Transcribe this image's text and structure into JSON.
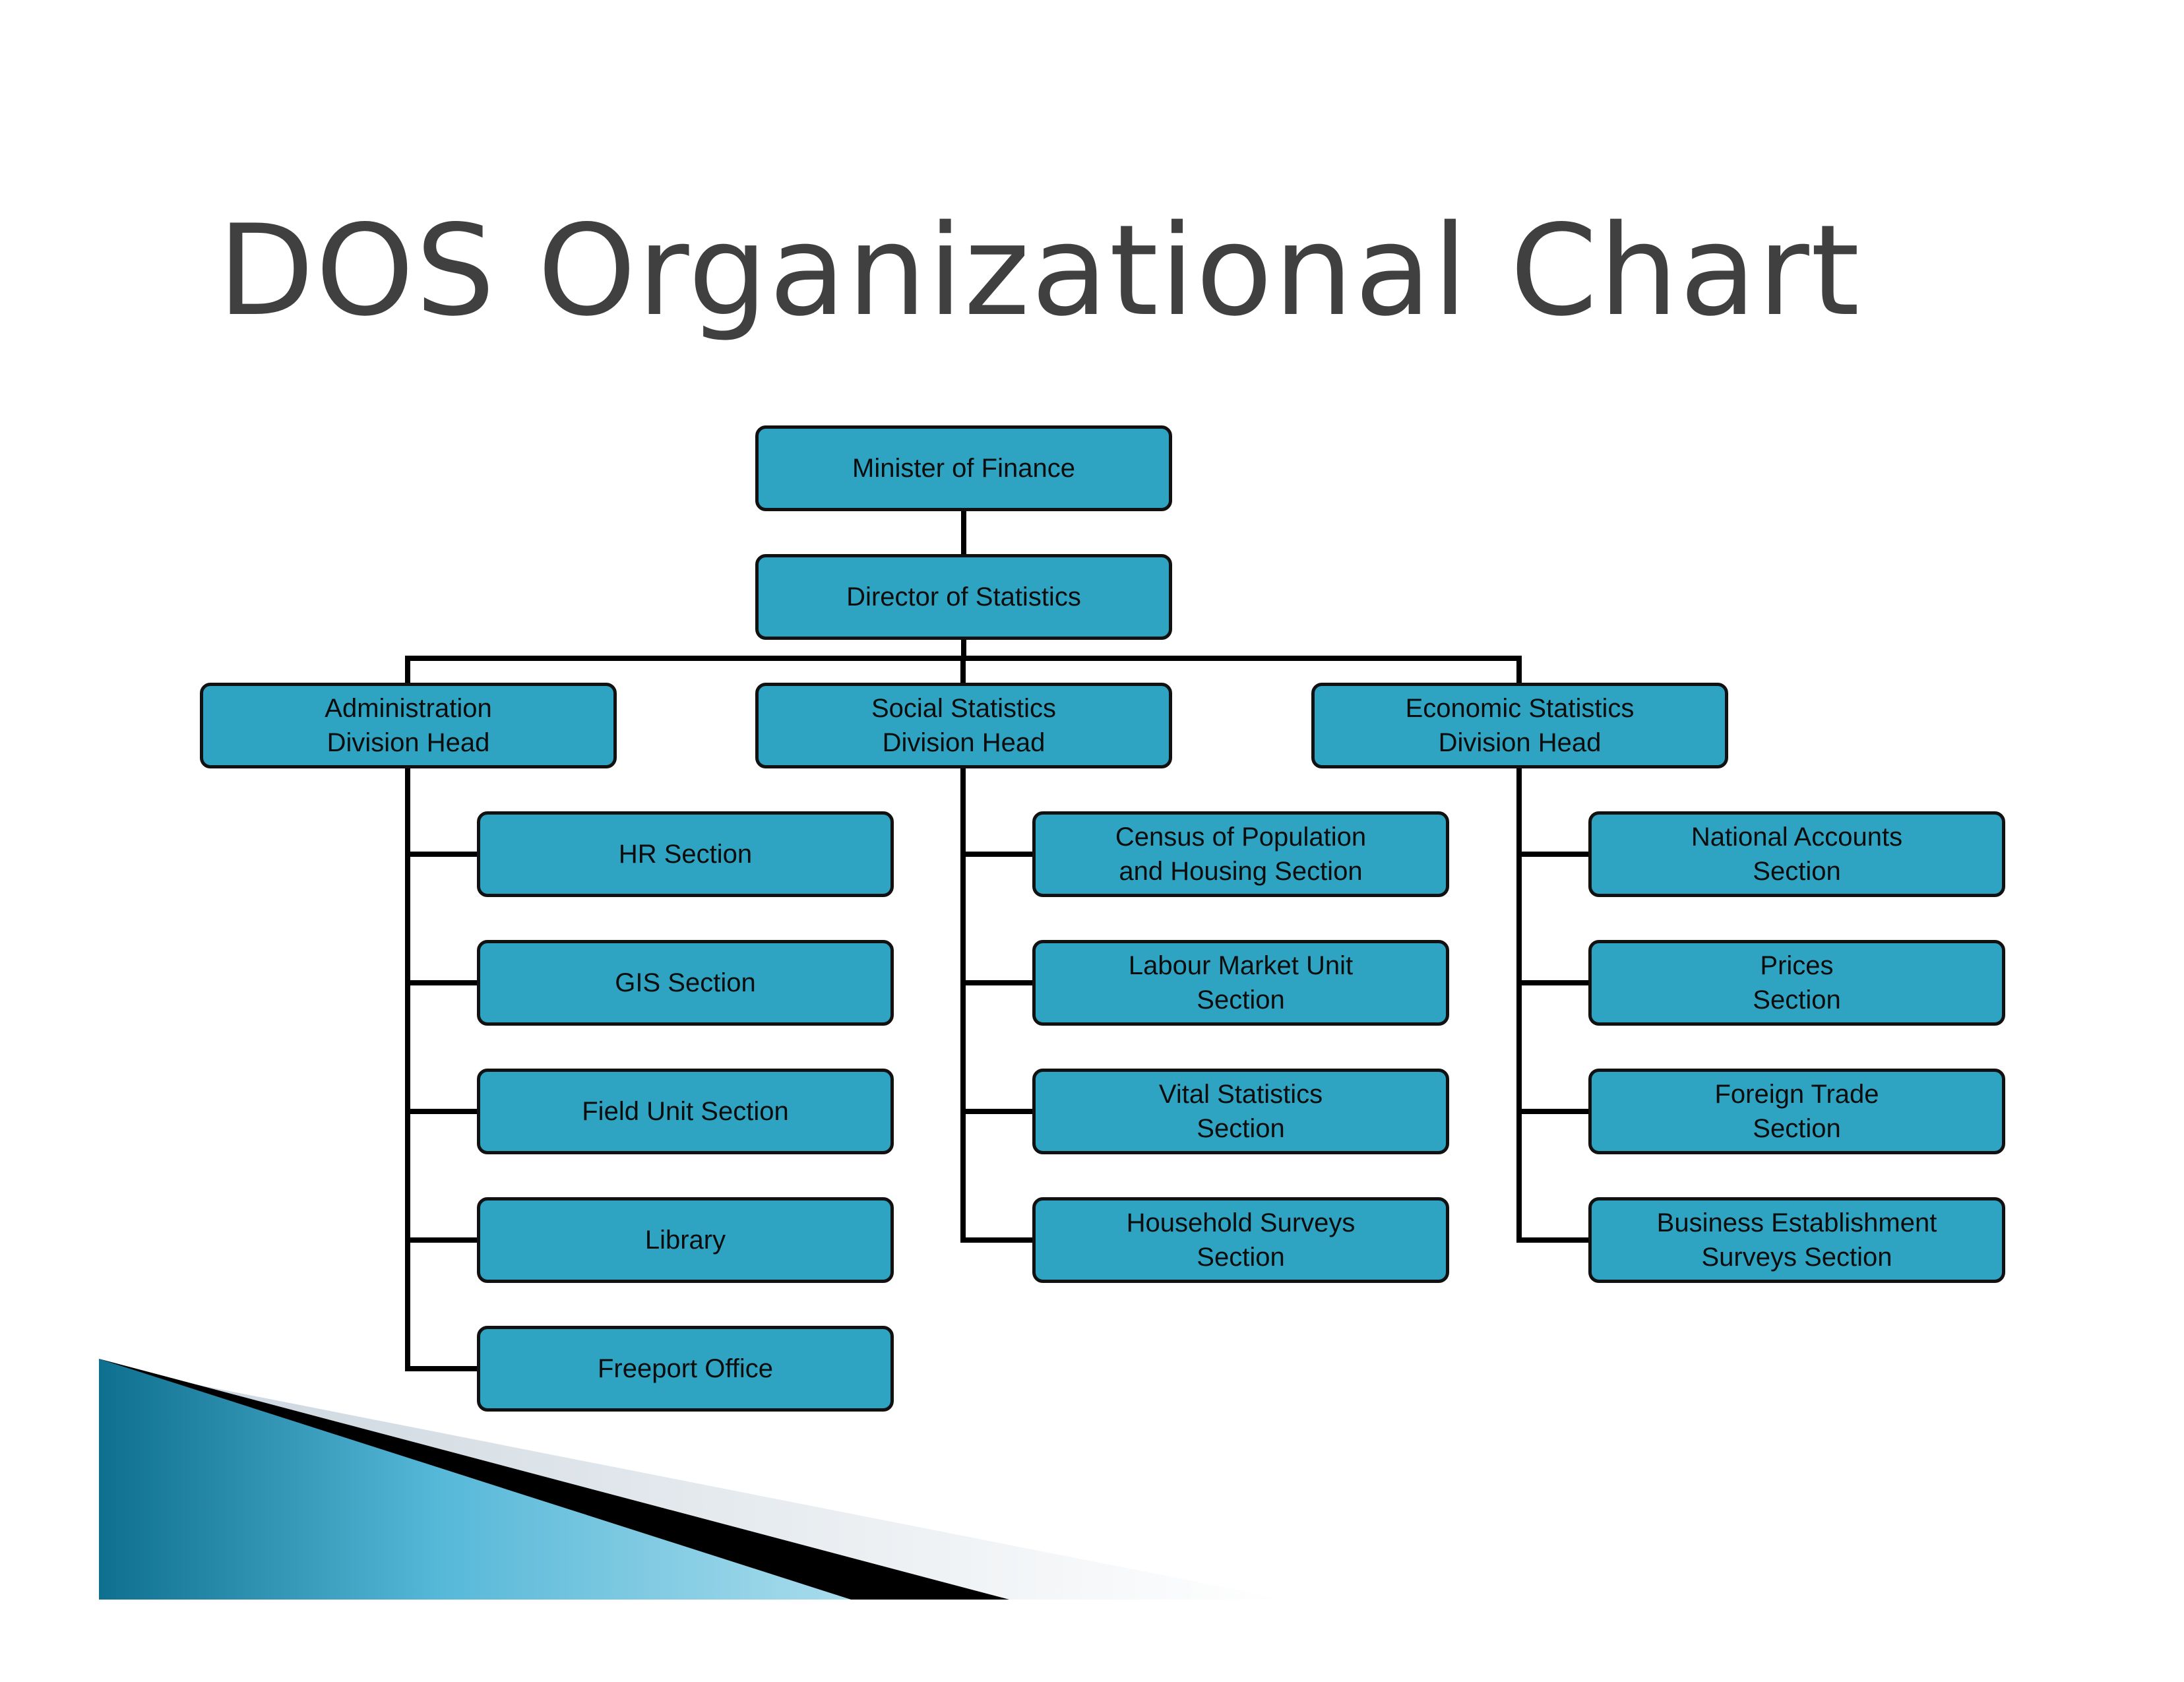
{
  "title": "DOS Organizational Chart",
  "colors": {
    "box_fill": "#2ea3c2",
    "box_border": "#111111",
    "title": "#404040"
  },
  "org": {
    "root": "Minister of Finance",
    "director": "Director of Statistics",
    "divisions": [
      {
        "head": "Administration\nDivision Head",
        "sections": [
          "HR Section",
          "GIS Section",
          "Field Unit Section",
          "Library",
          "Freeport Office"
        ]
      },
      {
        "head": "Social Statistics\nDivision Head",
        "sections": [
          "Census of Population\nand Housing Section",
          "Labour Market Unit\nSection",
          "Vital Statistics\nSection",
          "Household Surveys\nSection"
        ]
      },
      {
        "head": "Economic Statistics\nDivision Head",
        "sections": [
          "National Accounts\nSection",
          "Prices\nSection",
          "Foreign Trade\nSection",
          "Business Establishment\nSurveys Section"
        ]
      }
    ]
  }
}
